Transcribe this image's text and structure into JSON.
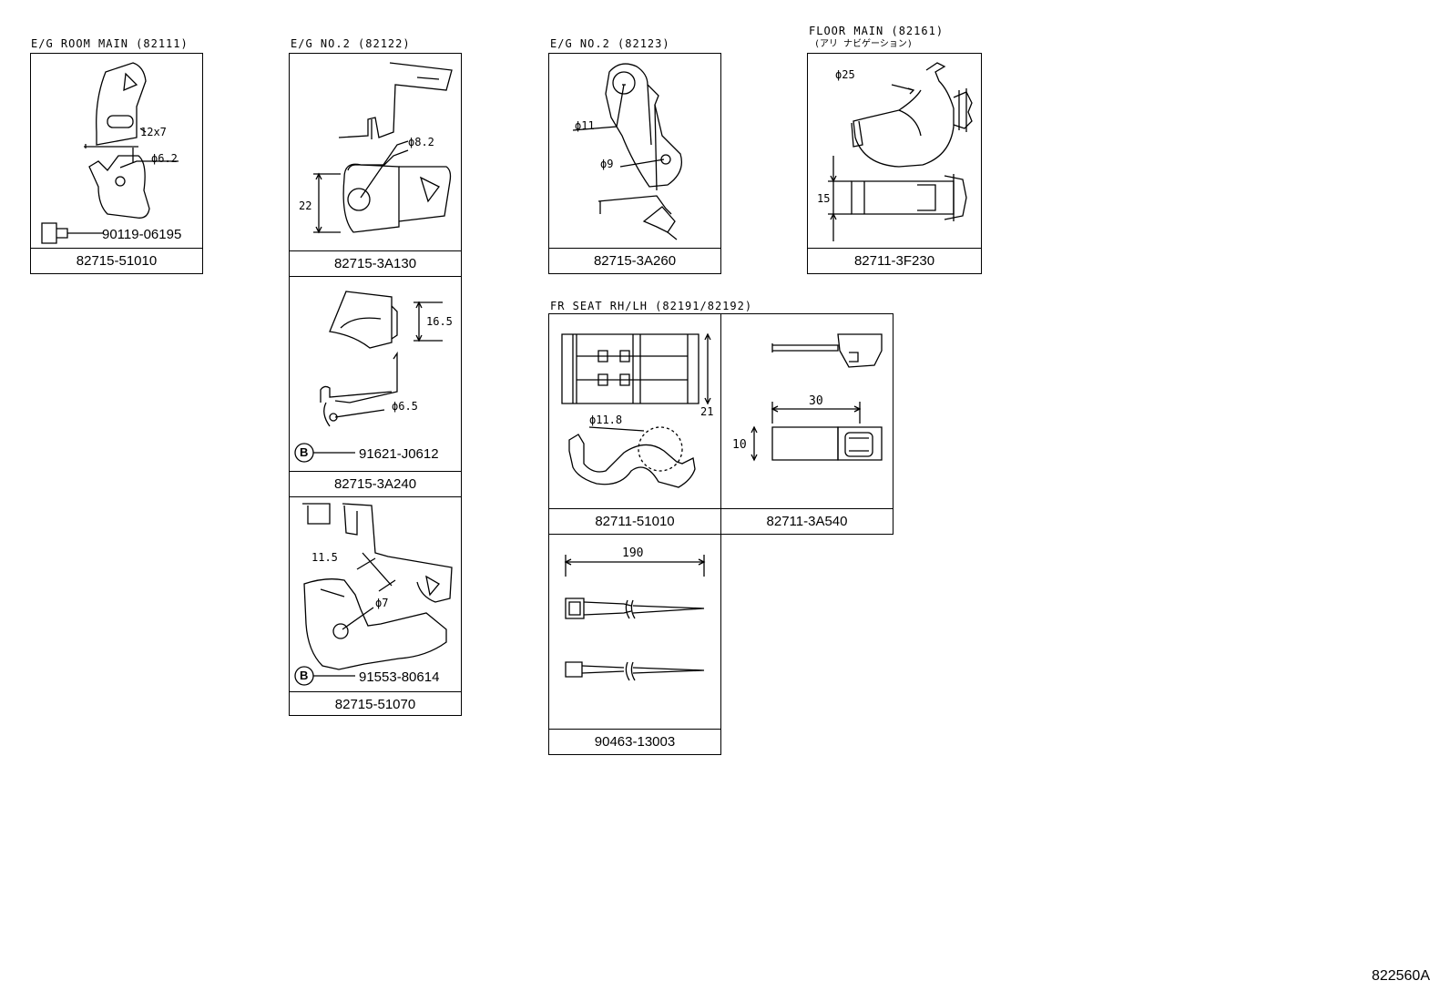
{
  "diagram_code": "822560A",
  "groups": {
    "eg_room_main": {
      "header": "E/G ROOM MAIN (82111)",
      "part": "82715-51010",
      "dim_slot": "12x7",
      "dim_hole": "ϕ6.2",
      "bolt": "90119-06195"
    },
    "eg_no2_a": {
      "header": "E/G NO.2 (82122)",
      "part": "82715-3A130",
      "dim_hole": "ϕ8.2",
      "dim_height": "22"
    },
    "eg_no2_b": {
      "part": "82715-3A240",
      "dim_height": "16.5",
      "dim_hole": "ϕ6.5",
      "clip": "91621-J0612"
    },
    "eg_no2_c": {
      "part": "82715-51070",
      "dim_width": "11.5",
      "dim_hole": "ϕ7",
      "clip": "91553-80614"
    },
    "eg_no2_d": {
      "header": "E/G NO.2 (82123)",
      "part": "82715-3A260",
      "dim_big": "ϕ11",
      "dim_small": "ϕ9"
    },
    "floor_main": {
      "header": "FLOOR MAIN (82161)",
      "subheader": "(アリ ナビゲーション)",
      "part": "82711-3F230",
      "dim_dia": "ϕ25",
      "dim_height": "15"
    },
    "fr_seat": {
      "header": "FR SEAT RH/LH (82191/82192)",
      "part_left": "82711-51010",
      "dim_height": "21",
      "dim_dia": "ϕ11.8",
      "part_right": "82711-3A540",
      "dim_width": "30",
      "dim_h": "10",
      "tie_part": "90463-13003",
      "tie_length": "190"
    }
  },
  "icons": {
    "b_marker": "B"
  }
}
